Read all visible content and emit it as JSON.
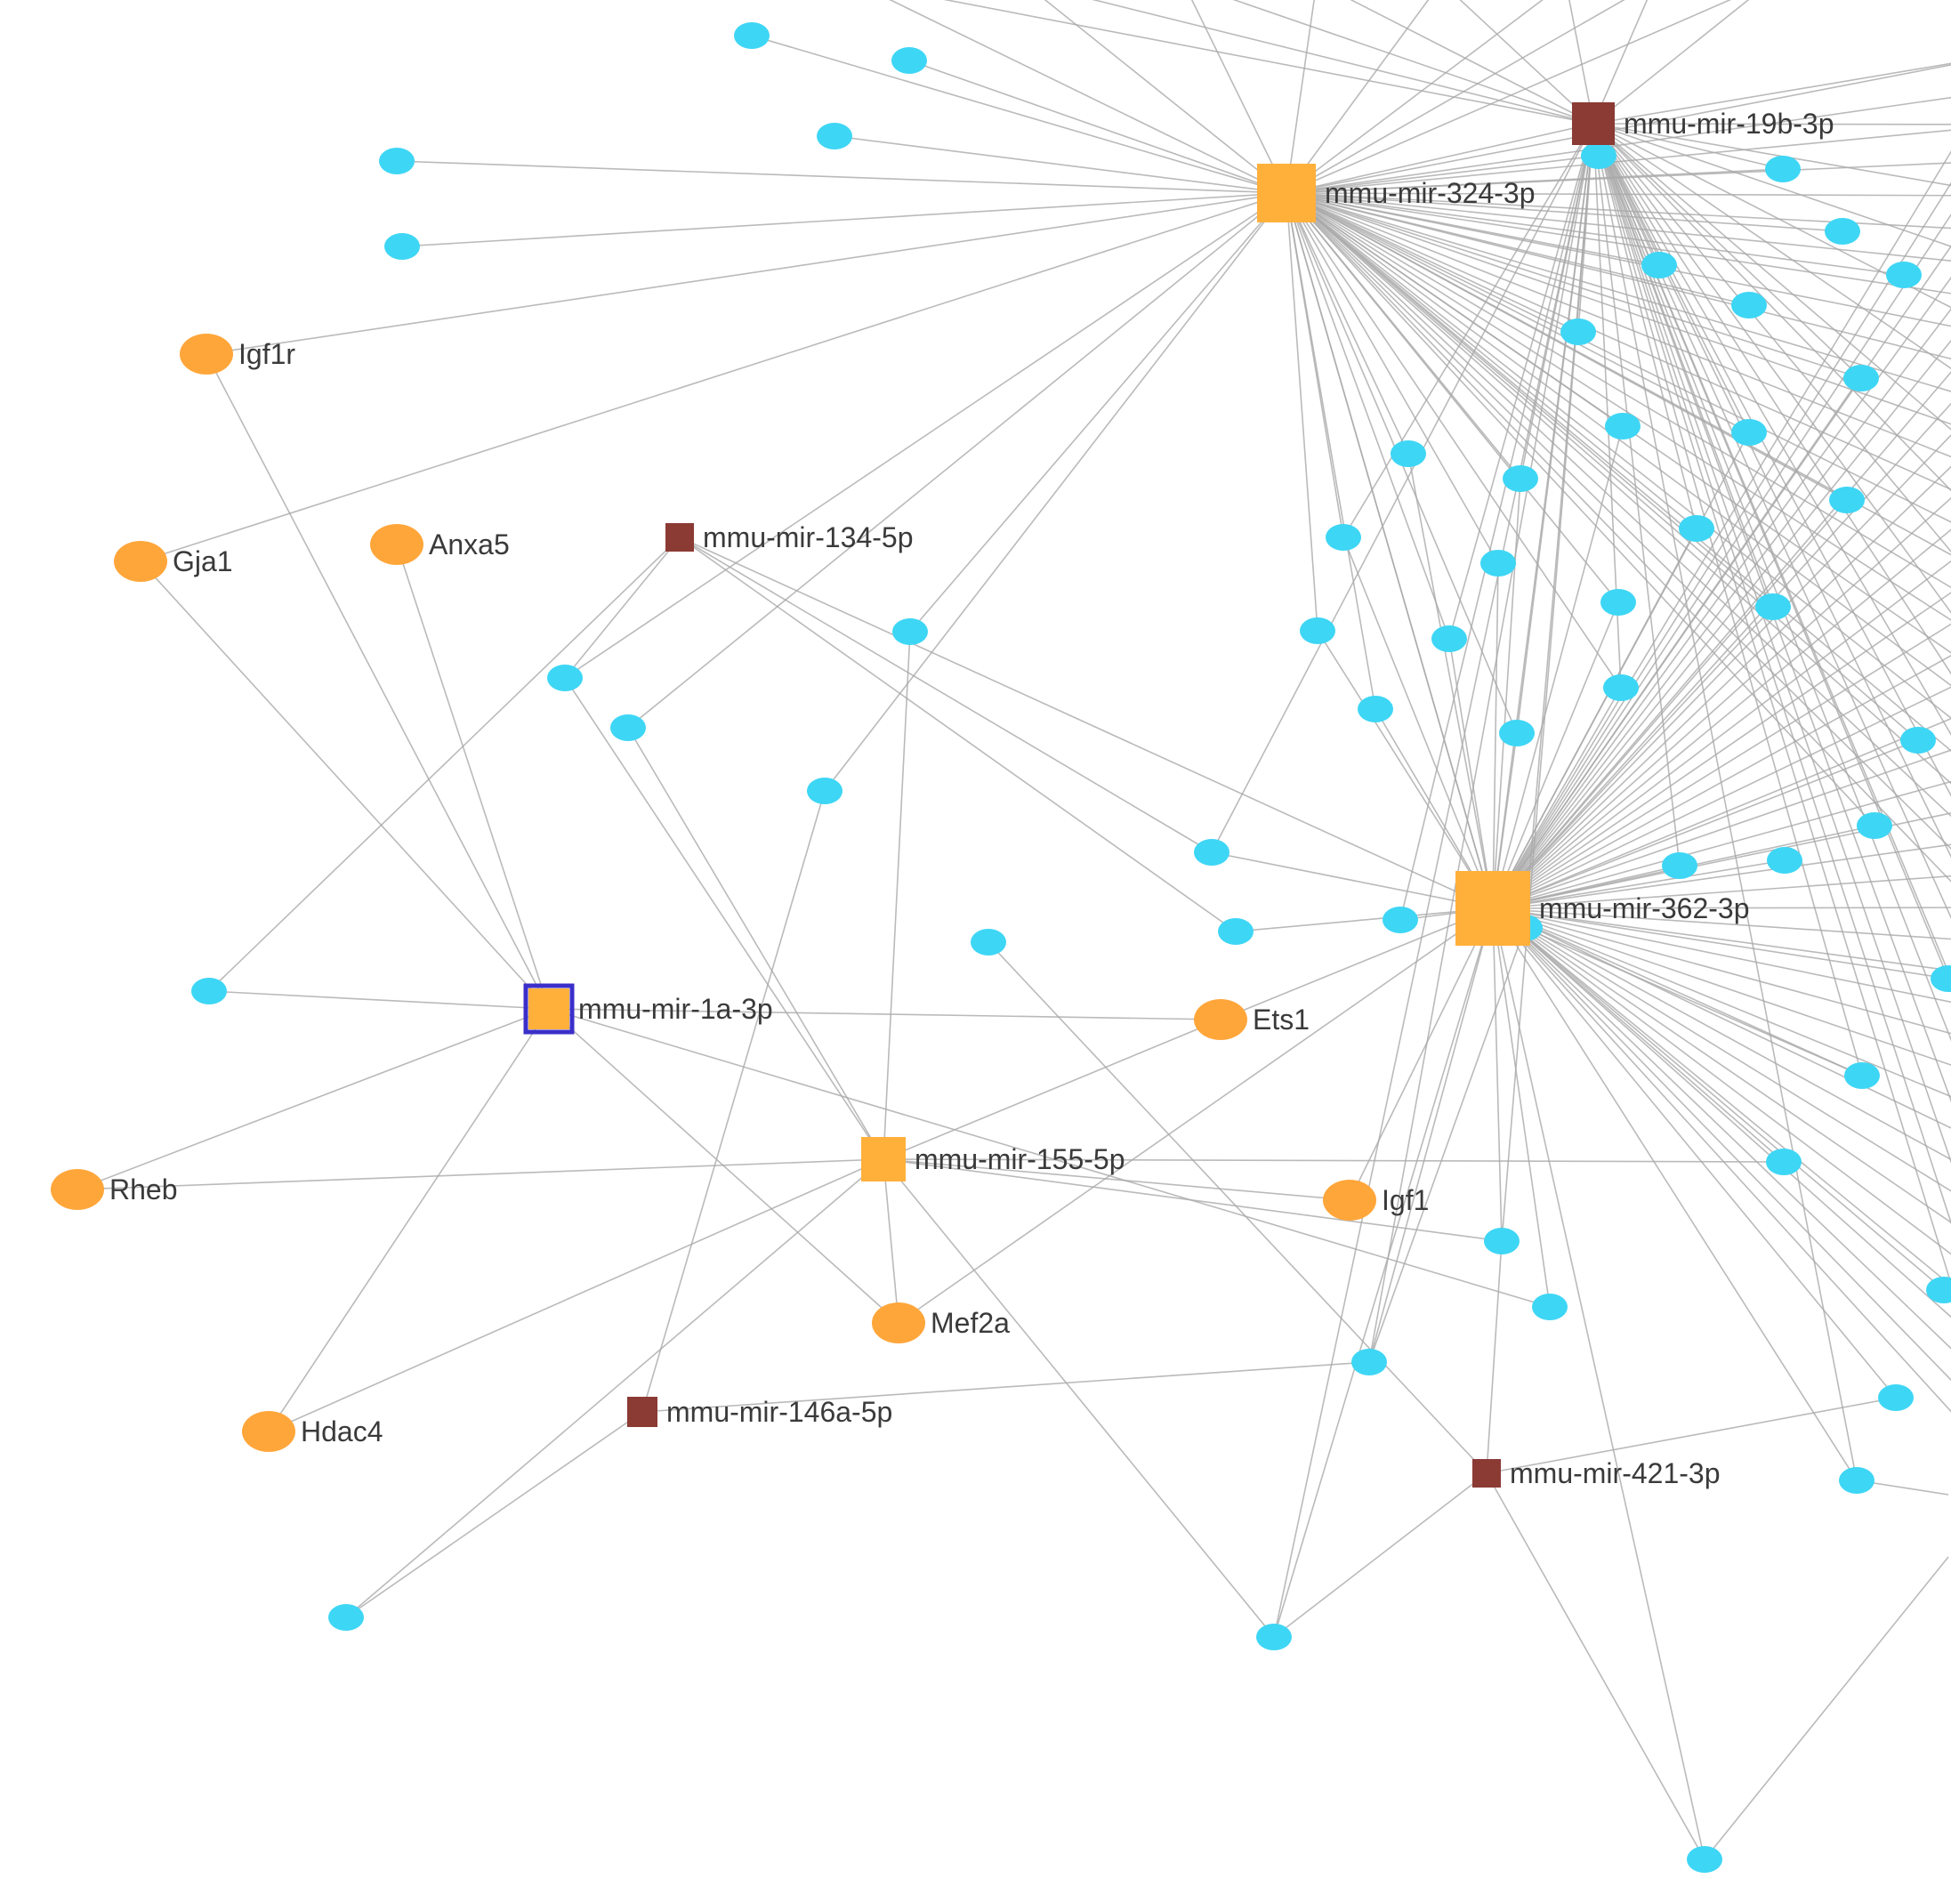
{
  "colors": {
    "mirna_high": "#ffb03b",
    "mirna_low": "#8b3a34",
    "target_gene": "#ffa63a",
    "other_target": "#3ed6f5",
    "edge": "#a9a9a9",
    "selection_border": "#3b2fc9"
  },
  "nodes": [
    {
      "id": "m324",
      "label": "mmu-mir-324-3p",
      "kind": "mirna_high"
    },
    {
      "id": "m19b",
      "label": "mmu-mir-19b-3p",
      "kind": "mirna_low"
    },
    {
      "id": "m134",
      "label": "mmu-mir-134-5p",
      "kind": "mirna_low"
    },
    {
      "id": "m362",
      "label": "mmu-mir-362-3p",
      "kind": "mirna_high"
    },
    {
      "id": "m1a",
      "label": "mmu-mir-1a-3p",
      "kind": "mirna_high",
      "selected": true
    },
    {
      "id": "m155",
      "label": "mmu-mir-155-5p",
      "kind": "mirna_high"
    },
    {
      "id": "m146",
      "label": "mmu-mir-146a-5p",
      "kind": "mirna_low"
    },
    {
      "id": "m421",
      "label": "mmu-mir-421-3p",
      "kind": "mirna_low"
    },
    {
      "id": "igf1r",
      "label": "Igf1r",
      "kind": "target_gene"
    },
    {
      "id": "gja1",
      "label": "Gja1",
      "kind": "target_gene"
    },
    {
      "id": "anxa5",
      "label": "Anxa5",
      "kind": "target_gene"
    },
    {
      "id": "ets1",
      "label": "Ets1",
      "kind": "target_gene"
    },
    {
      "id": "rheb",
      "label": "Rheb",
      "kind": "target_gene"
    },
    {
      "id": "igf1",
      "label": "Igf1",
      "kind": "target_gene"
    },
    {
      "id": "mef2a",
      "label": "Mef2a",
      "kind": "target_gene"
    },
    {
      "id": "hdac4",
      "label": "Hdac4",
      "kind": "target_gene"
    }
  ],
  "edges": [
    [
      "m1a",
      "igf1r"
    ],
    [
      "m1a",
      "gja1"
    ],
    [
      "m1a",
      "anxa5"
    ],
    [
      "m1a",
      "ets1"
    ],
    [
      "m1a",
      "rheb"
    ],
    [
      "m1a",
      "hdac4"
    ],
    [
      "m1a",
      "mef2a"
    ],
    [
      "m155",
      "rheb"
    ],
    [
      "m155",
      "ets1"
    ],
    [
      "m155",
      "mef2a"
    ],
    [
      "m155",
      "igf1"
    ],
    [
      "m155",
      "hdac4"
    ],
    [
      "m362",
      "igf1"
    ],
    [
      "m362",
      "ets1"
    ],
    [
      "m362",
      "mef2a"
    ],
    [
      "m324",
      "igf1r"
    ],
    [
      "m324",
      "gja1"
    ],
    [
      "m324",
      "m362"
    ],
    [
      "m134",
      "m362"
    ]
  ]
}
